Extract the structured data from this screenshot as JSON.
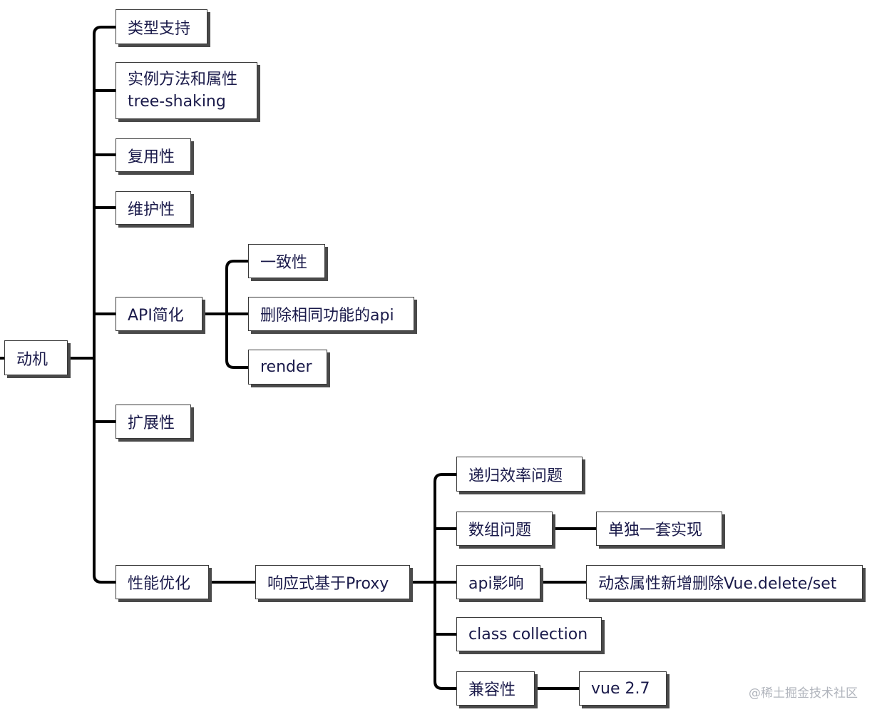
{
  "root": "动机",
  "branches": {
    "type_support": "类型支持",
    "instance_methods": [
      "实例方法和属性",
      "tree-shaking"
    ],
    "reusability": "复用性",
    "maintainability": "维护性",
    "api_simplify": {
      "label": "API简化",
      "children": [
        "一致性",
        "删除相同功能的api",
        "render"
      ]
    },
    "extensibility": "扩展性",
    "performance": {
      "label": "性能优化",
      "reactive": {
        "label": "响应式基于Proxy",
        "children": {
          "recursion": "递归效率问题",
          "array": {
            "label": "数组问题",
            "child": "单独一套实现"
          },
          "api_impact": {
            "label": "api影响",
            "child": "动态属性新增删除Vue.delete/set"
          },
          "class_collection": "class collection",
          "compat": {
            "label": "兼容性",
            "child": "vue 2.7"
          }
        }
      }
    }
  },
  "watermark": "@稀土掘金技术社区",
  "colors": {
    "line": "#000000",
    "text": "#1a1a4a",
    "border": "#3a3a3a"
  }
}
